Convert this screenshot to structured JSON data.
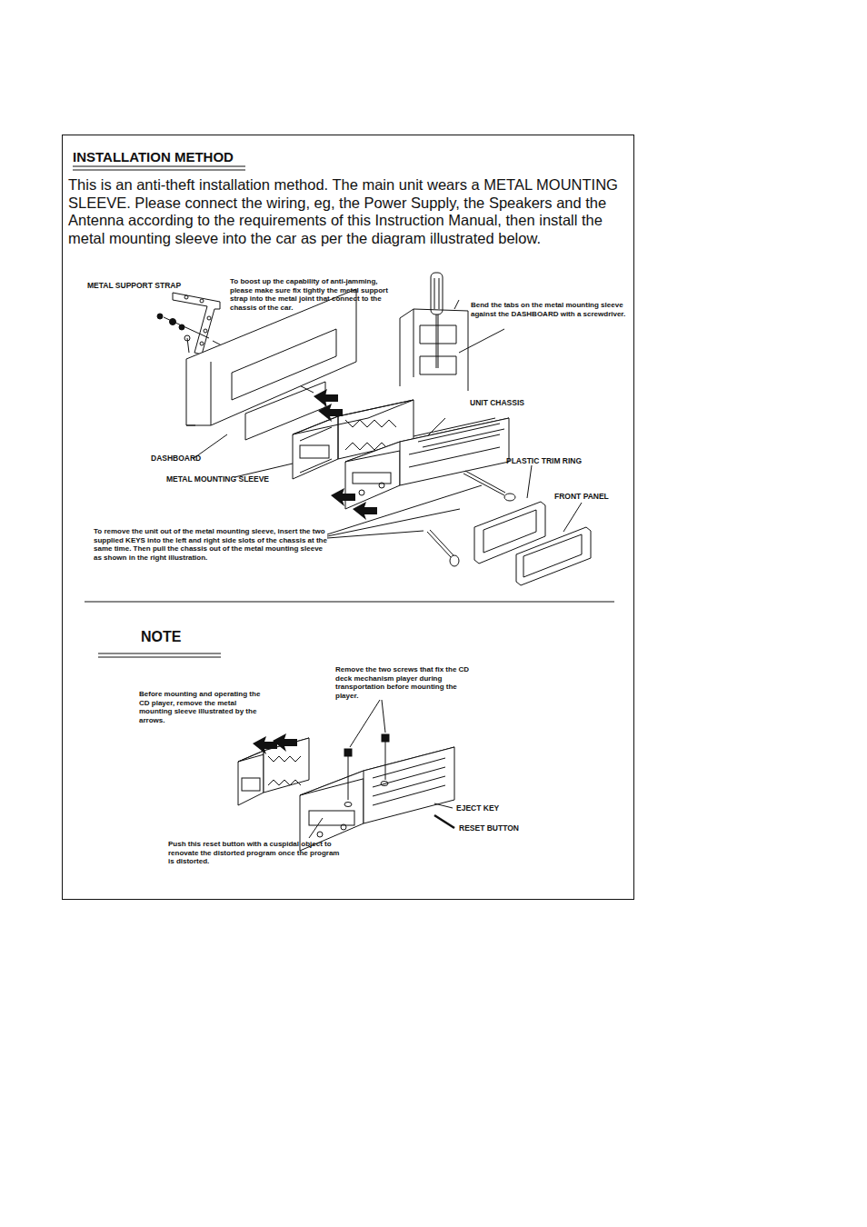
{
  "diagram": {
    "title": "INSTALLATION METHOD",
    "labels": [
      "This is an anti-theft installation method. The main unit wears a METAL MOUNTING SLEEVE. Please connect the wiring, eg, the Power Supply, the Speakers and the Antenna according to the requirements of this Instruction Manual, then install the metal mounting sleeve into the car as per the diagram illustrated below.",
      "METAL SUPPORT STRAP",
      "To boost up the capability of anti-jamming, please make sure fix tightly the metal support strap into the metal joint that connect to the chassis of the car.",
      "Bend the tabs on the metal mounting sleeve against the DASHBOARD with a screwdriver.",
      "UNIT CHASSIS",
      "PLASTIC TRIM RING",
      "FRONT PANEL",
      "DASHBOARD",
      "METAL MOUNTING SLEEVE",
      "To remove the unit out of the metal mounting sleeve, insert the two supplied KEYS into the left and right side slots of the chassis at the same time. Then pull the chassis out of the metal mounting sleeve as shown in the right illustration.",
      "NOTE",
      "Remove the two screws that fix the CD deck mechanism player during transportation before mounting the player.",
      "Before mounting and operating the CD player, remove the metal mounting sleeve illustrated by the arrows.",
      "EJECT KEY",
      "RESET BUTTON",
      "Push this reset button with a cuspidal object to renovate the distorted program once the program is distorted."
    ]
  }
}
